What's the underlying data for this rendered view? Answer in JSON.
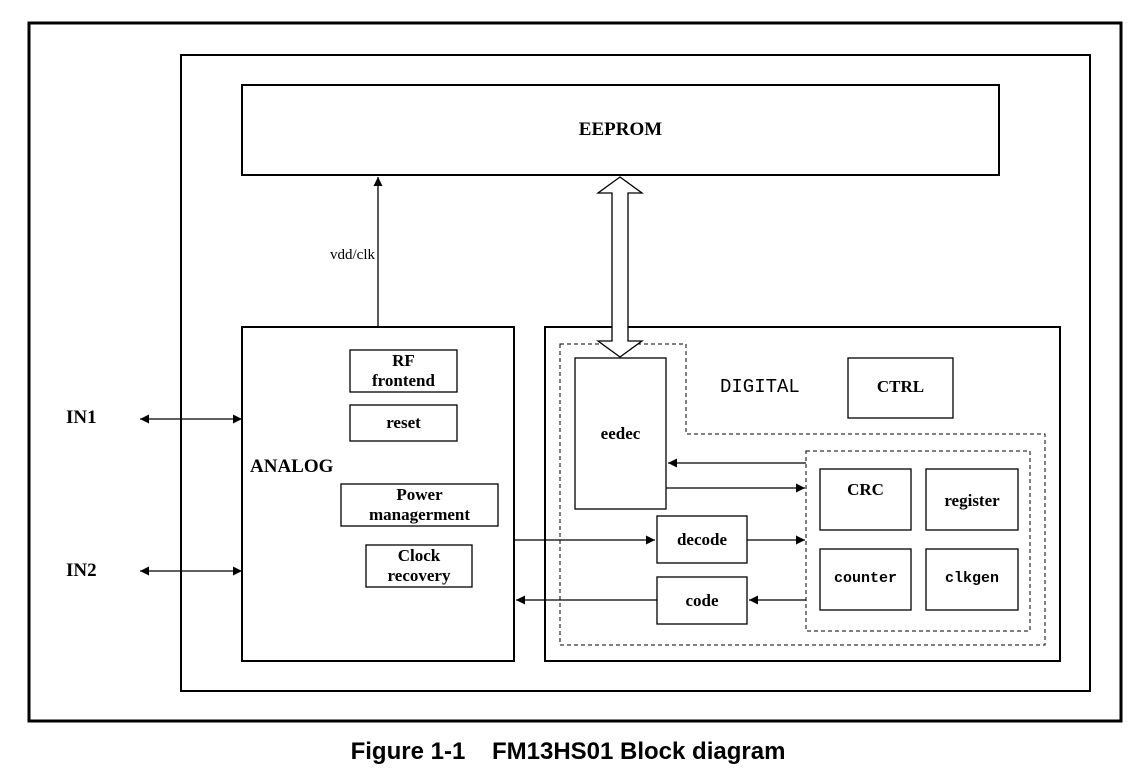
{
  "blocks": {
    "eeprom": "EEPROM",
    "analog": "ANALOG",
    "digital": "DIGITAL",
    "rf_line1": "RF",
    "rf_line2": "frontend",
    "reset": "reset",
    "power_line1": "Power",
    "power_line2": "managerment",
    "clock_line1": "Clock",
    "clock_line2": "recovery",
    "ctrl": "CTRL",
    "eedec": "eedec",
    "decode": "decode",
    "code": "code",
    "crc": "CRC",
    "register": "register",
    "counter": "counter",
    "clkgen": "clkgen"
  },
  "ports": {
    "in1": "IN1",
    "in2": "IN2"
  },
  "signals": {
    "vdd_clk": "vdd/clk"
  },
  "caption": {
    "figure": "Figure 1-1",
    "title": "FM13HS01 Block diagram"
  }
}
